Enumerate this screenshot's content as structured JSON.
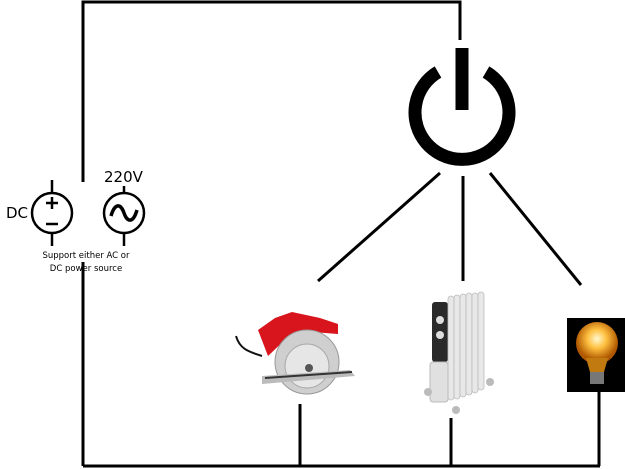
{
  "sources": {
    "dc_label": "DC",
    "ac_label": "220V",
    "caption_line1": "Support either AC or",
    "caption_line2": "DC power source"
  },
  "switch": {
    "icon": "power-icon"
  },
  "loads": [
    {
      "name": "circular-saw",
      "icon": "circular-saw-image"
    },
    {
      "name": "oil-radiator-heater",
      "icon": "radiator-heater-image"
    },
    {
      "name": "light-bulb",
      "icon": "light-bulb-image"
    }
  ],
  "colors": {
    "wire": "#000000",
    "saw": "#d8141c",
    "bulb_glow": "#ffb020"
  }
}
